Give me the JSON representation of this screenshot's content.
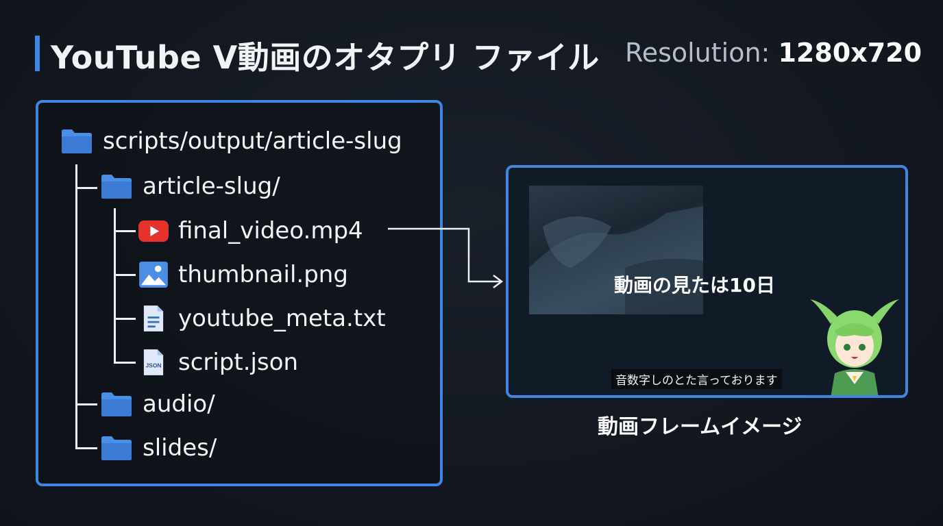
{
  "header": {
    "title": "YouTube V動画のオタプリ ファイル",
    "resolution_label": "Resolution:",
    "resolution_value": "1280x720"
  },
  "tree": {
    "root": {
      "label": "scripts/output/article-slug",
      "icon": "folder-icon"
    },
    "children": [
      {
        "label": "article-slug/",
        "icon": "folder-icon",
        "files": [
          {
            "label": "final_video.mp4",
            "icon": "youtube-icon"
          },
          {
            "label": "thumbnail.png",
            "icon": "image-icon"
          },
          {
            "label": "youtube_meta.txt",
            "icon": "text-file-icon"
          },
          {
            "label": "script.json",
            "icon": "json-file-icon",
            "badge": "JSON"
          }
        ]
      },
      {
        "label": "audio/",
        "icon": "folder-icon"
      },
      {
        "label": "slides/",
        "icon": "folder-icon"
      }
    ]
  },
  "frame": {
    "caption": "動画の見たは10日",
    "subtitle": "音数字しのとた言っております",
    "label": "動画フレームイメージ"
  },
  "colors": {
    "accent": "#3f86e0",
    "background": "#131821",
    "folder": "#4b8ee6",
    "youtube": "#e5322d"
  }
}
